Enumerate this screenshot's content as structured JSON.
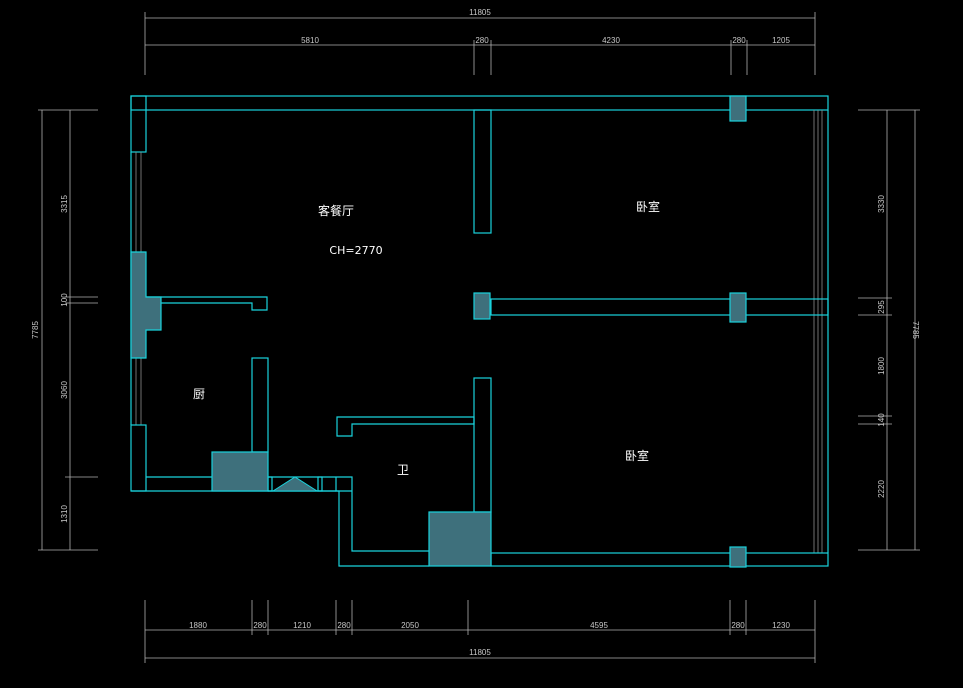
{
  "dimensions": {
    "top_total": "11805",
    "top_segments": [
      "5810",
      "280",
      "4230",
      "280",
      "1205"
    ],
    "bottom_total": "11805",
    "bottom_segments": [
      "1880",
      "280",
      "1210",
      "280",
      "2050",
      "4595",
      "280",
      "1230"
    ],
    "left_total": "7785",
    "left_segments": [
      "3315",
      "100",
      "3060",
      "1310"
    ],
    "right_total": "7785",
    "right_segments": [
      "3330",
      "295",
      "1800",
      "140",
      "2220"
    ]
  },
  "rooms": {
    "living_dining": "客餐厅",
    "ceiling_height": "CH=2770",
    "bedroom_top": "卧室",
    "bedroom_bottom": "卧室",
    "kitchen": "厨",
    "bathroom": "卫"
  },
  "colors": {
    "wall": "#19d2dc",
    "column_fill": "#3e707c",
    "background": "#000000",
    "dimension": "#c8c8c8"
  }
}
